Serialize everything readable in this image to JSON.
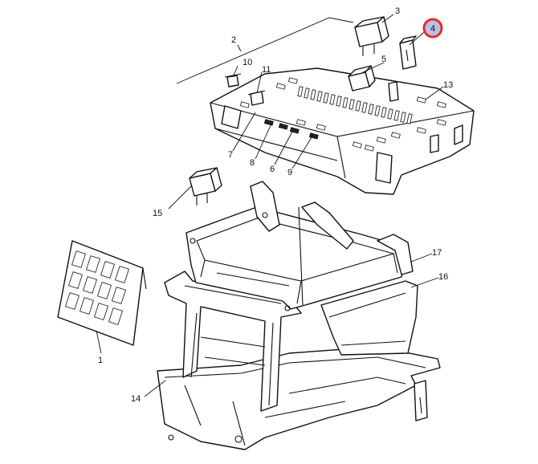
{
  "callouts": {
    "c1": "1",
    "c2": "2",
    "c3": "3",
    "c4": "4",
    "c5": "5",
    "c6": "6",
    "c7": "7",
    "c8": "8",
    "c9": "9",
    "c10": "10",
    "c11": "11",
    "c13": "13",
    "c14": "14",
    "c15": "15",
    "c16": "16",
    "c17": "17"
  },
  "highlight": {
    "callout": "4",
    "ring_color": "#e0302a",
    "fill_color": "#b9bfe6"
  },
  "colors": {
    "line": "#111111",
    "background": "#ffffff"
  }
}
